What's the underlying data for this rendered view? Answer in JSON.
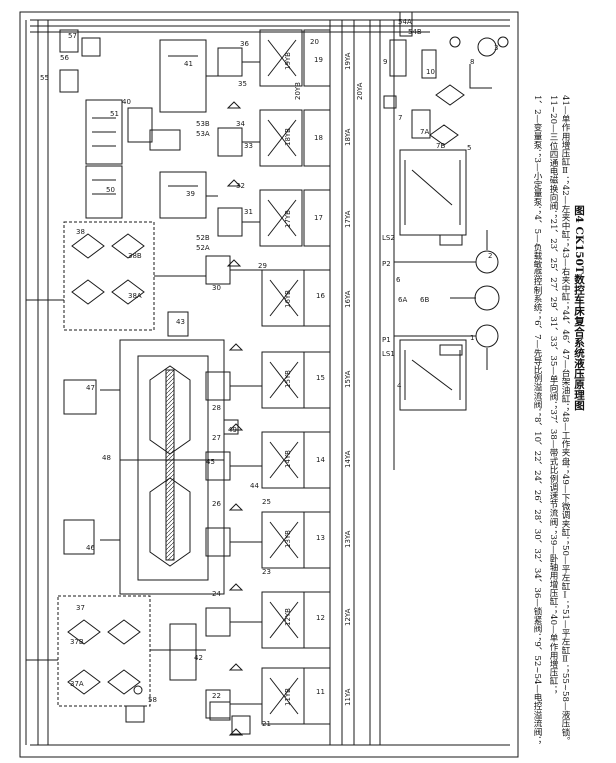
{
  "figure": {
    "title": "图4 CK150T数控车床复合系统液压原理图",
    "legend_lines": [
      "1、2—变量泵；3—小定量泵；4、5—负载敏感控制系统；6、7—先导比例溢流阀；8、10、22、24、26、28、30、32、34、36—锁紧阀；9、52~54—电控溢流阀；",
      "11~20—三位四通电磁换向阀；21、23、25、27、29、31、33、35—单向阀；37、38—带式比例调速节流阀；39—卧轴用增压缸；40—单作用增压缸；",
      "41—单作用增压缸Ⅱ；42—左夹中缸；43—右夹中缸；44、46、47—台架油缸；48—工作夹盘；49—下微调夹缸；50—平左缸Ⅰ；51—平左缸Ⅱ；55~58—液压锁。",
      "",
      ""
    ]
  },
  "labels": {
    "numbers": [
      "1",
      "2",
      "3",
      "4",
      "5",
      "6",
      "7",
      "8",
      "9",
      "10",
      "11",
      "12",
      "13",
      "14",
      "15",
      "16",
      "17",
      "18",
      "19",
      "20",
      "21",
      "22",
      "23",
      "24",
      "25",
      "26",
      "27",
      "28",
      "29",
      "30",
      "31",
      "32",
      "33",
      "34",
      "35",
      "36",
      "37",
      "38",
      "39",
      "40",
      "41",
      "42",
      "43",
      "44",
      "45",
      "46",
      "47",
      "48",
      "49",
      "50",
      "51",
      "55",
      "56",
      "57",
      "58"
    ],
    "solenoids": [
      "11YA",
      "11YB",
      "12YA",
      "12YB",
      "13YA",
      "13YB",
      "14YA",
      "14YB",
      "15YA",
      "15YB",
      "16YA",
      "16YB",
      "17YA",
      "17YB",
      "18YA",
      "18YB",
      "19YA",
      "19YB",
      "20YA",
      "20YB"
    ],
    "sub_parts": [
      "6A",
      "6B",
      "7A",
      "7B",
      "37A",
      "37B",
      "38A",
      "38B",
      "52A",
      "52B",
      "53A",
      "53B",
      "54A",
      "54B"
    ],
    "pressure_points": [
      "P1",
      "P2",
      "LS1",
      "LS2"
    ]
  },
  "colors": {
    "ink": "#1a1a1a",
    "paper": "#ffffff"
  }
}
